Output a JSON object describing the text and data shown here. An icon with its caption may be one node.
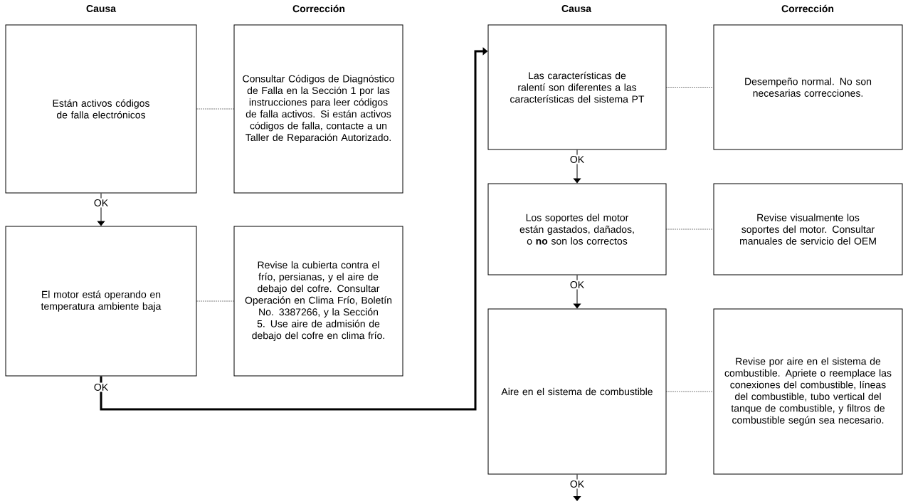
{
  "diagram": {
    "nodes": [
      {
        "text": [
          "Están activos códigos de falla electrónicos"
        ]
      },
      {
        "text": [
          "Consultar Códigos de Diagnóstico de Falla en la Sección 1 por las instrucciones para leer códigos de falla activos. Si están activos códigos de falla, contacte a un Taller de Reparación Autorizado."
        ]
      },
      {
        "text": [
          "El motor está operando en temperatura ambiente baja"
        ]
      },
      {
        "text": [
          "Revise la cubierta contra el frío, persianas, y el aire de debajo del cofre. Consultar Operación en Clima Frío, Boletín No. 3387266, y la Sección 5. Use aire de admisión de debajo del cofre en clima frío."
        ]
      },
      {
        "text": [
          "Las características de ralentí son diferentes a las características del sistema PT"
        ]
      },
      {
        "text": [
          "Desempeño normal. No son necesarias correcciones."
        ]
      },
      {
        "text": [
          "Los soportes del motor están gastados, dañados, o **no** son los correctos"
        ]
      },
      {
        "text": [
          "Revise visualmente los soportes del motor. Consultar manuales de servicio del OEM"
        ]
      },
      {
        "text": [
          "Aire en el sistema de combustible"
        ]
      },
      {
        "text": [
          "Revise por aire en el sistema de combustible. Apriete o reemplace las conexiones del combustible, líneas del combustible, tubo vertical del tanque de combustible, y filtros de combustible según sea necesario."
        ]
      }
    ],
    "edges": [
      {
        "from": 0,
        "to": 1,
        "arrow": "none",
        "style": "dashed"
      },
      {
        "from": 0,
        "to": 2,
        "arrow": "to",
        "label": "OK"
      },
      {
        "from": 2,
        "to": 3,
        "arrow": "none",
        "style": "dashed"
      },
      {
        "from": 2,
        "to": 4,
        "arrow": "to",
        "label": "OK",
        "style": "thick"
      },
      {
        "from": 4,
        "to": 5,
        "arrow": "none",
        "style": "dashed"
      },
      {
        "from": 4,
        "to": 6,
        "arrow": "to",
        "label": "OK"
      },
      {
        "from": 6,
        "to": 7,
        "arrow": "none",
        "style": "dashed"
      },
      {
        "from": 6,
        "to": 8,
        "arrow": "to",
        "label": "OK"
      },
      {
        "from": 8,
        "to": 9,
        "arrow": "none",
        "style": "dashed"
      },
      {
        "from": 8,
        "to": null,
        "arrow": "to",
        "label": "OK"
      }
    ],
    "labels": [
      "Causa",
      "Corrección",
      "Causa",
      "Corrección"
    ]
  }
}
